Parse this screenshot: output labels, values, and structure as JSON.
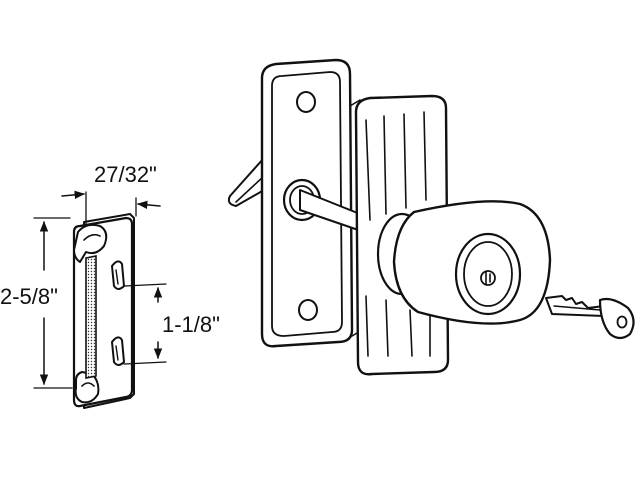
{
  "diagram": {
    "dimensions": {
      "width": "27/32\"",
      "height": "2-5/8\"",
      "hole_spacing": "1-1/8\""
    },
    "line_color": "#111111",
    "background_color": "#ffffff"
  }
}
